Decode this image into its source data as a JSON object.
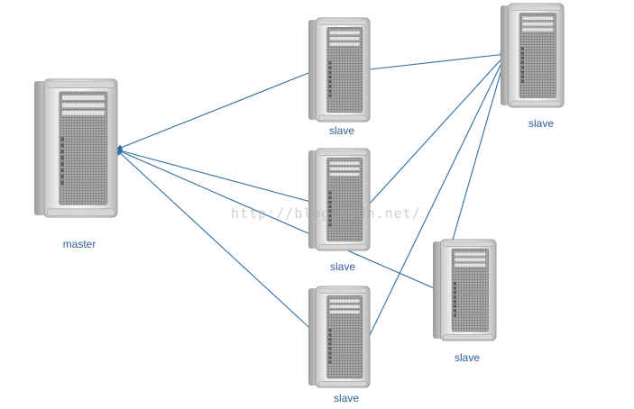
{
  "diagram": {
    "nodes": [
      {
        "id": "master",
        "label": "master",
        "icon": "server-tower-icon"
      },
      {
        "id": "slave1",
        "label": "slave",
        "icon": "server-tower-icon"
      },
      {
        "id": "slave2",
        "label": "slave",
        "icon": "server-tower-icon"
      },
      {
        "id": "slave3",
        "label": "slave",
        "icon": "server-tower-icon"
      },
      {
        "id": "slave4",
        "label": "slave",
        "icon": "server-tower-icon"
      },
      {
        "id": "slave5",
        "label": "slave",
        "icon": "server-tower-icon"
      }
    ],
    "edges": [
      {
        "from": "slave1",
        "to": "master",
        "arrow": true
      },
      {
        "from": "slave2",
        "to": "master",
        "arrow": true
      },
      {
        "from": "slave3",
        "to": "master",
        "arrow": true
      },
      {
        "from": "slave5",
        "to": "master",
        "arrow": true
      },
      {
        "from": "slave1",
        "to": "slave4",
        "arrow": true
      },
      {
        "from": "slave2",
        "to": "slave4",
        "arrow": true
      },
      {
        "from": "slave3",
        "to": "slave4",
        "arrow": true
      },
      {
        "from": "slave5",
        "to": "slave4",
        "arrow": true
      }
    ],
    "colors": {
      "edge": "#2e6da4",
      "label": "#2f5f9a"
    }
  },
  "watermark": "http://blog.csdn.net/"
}
